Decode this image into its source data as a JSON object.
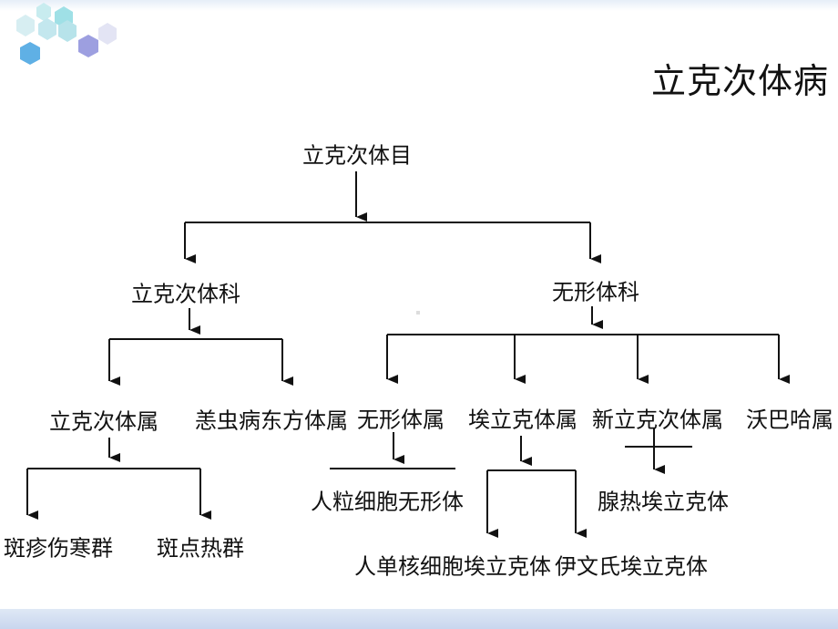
{
  "page": {
    "title": "立克次体病"
  },
  "tree": {
    "root": "立克次体目",
    "families": [
      {
        "name": "立克次体科",
        "genera": [
          {
            "name": "立克次体属",
            "groups": [
              "斑疹伤寒群",
              "斑点热群"
            ]
          },
          {
            "name": "恙虫病东方体属"
          }
        ]
      },
      {
        "name": "无形体科",
        "genera": [
          {
            "name": "无形体属",
            "species": [
              "人粒细胞无形体"
            ]
          },
          {
            "name": "埃立克体属",
            "species": [
              "人单核细胞埃立克体",
              "伊文氏埃立克体"
            ]
          },
          {
            "name": "新立克次体属",
            "species": [
              "腺热埃立克体"
            ]
          },
          {
            "name": "沃巴哈属"
          }
        ]
      }
    ]
  },
  "colors": {
    "line": "#111111",
    "text": "#111111"
  }
}
